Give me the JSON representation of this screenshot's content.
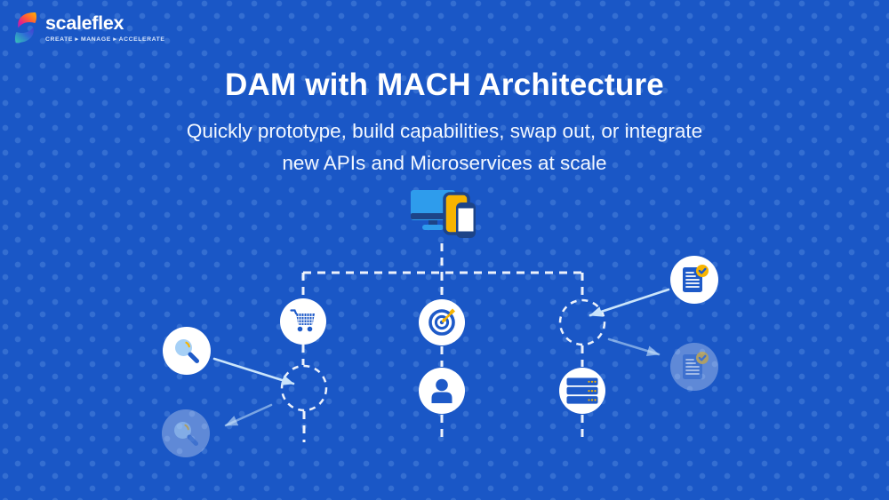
{
  "logo": {
    "brand": "scaleflex",
    "tagline": "CREATE ▸ MANAGE ▸ ACCELERATE",
    "mark_colors": [
      "#FFB400",
      "#FF5A36",
      "#E0218A",
      "#8B2FC9",
      "#2E6BD6",
      "#35C4B5"
    ]
  },
  "hero": {
    "title": "DAM with MACH Architecture",
    "subtitle_line1": "Quickly prototype, build capabilities, swap out, or integrate",
    "subtitle_line2": "new APIs and Microservices at scale"
  },
  "colors": {
    "background": "#1A57C6",
    "dot_pattern": "#2A63CF",
    "icon_blue": "#1E5AC8",
    "accent_yellow": "#F8B400",
    "device_light_blue": "#2E9CEC",
    "device_navy": "#1D4488",
    "node_circle": "#FFFFFF",
    "dashed_connector": "#EAF3FF",
    "arrow_light_blue": "#CBE5FB"
  },
  "icons": {
    "root": "devices-icon",
    "branch_left_top": "cart-icon",
    "branch_center_top": "target-icon",
    "branch_center_bottom": "user-icon",
    "branch_right_bottom": "server-icon",
    "swap_in_left": "search-icon",
    "swap_out_left": "search-icon-faded",
    "swap_in_right": "document-check-icon",
    "swap_out_right": "document-check-icon-faded",
    "placeholders": [
      "dashed-slot-left",
      "dashed-slot-right"
    ]
  }
}
